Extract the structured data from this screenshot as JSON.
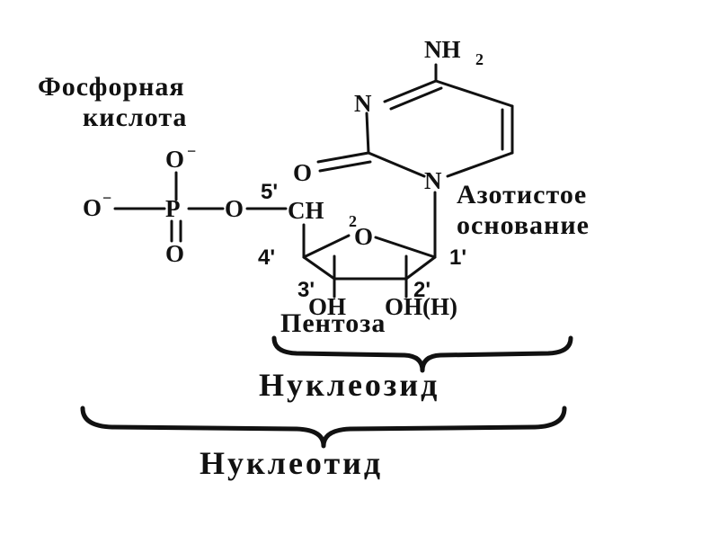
{
  "labels": {
    "phosphoric_line1": "Фосфорная",
    "phosphoric_line2": "кислота",
    "base_line1": "Азотистое",
    "base_line2": "основание",
    "pentose": "Пентоза",
    "nucleoside": "Нуклеозид",
    "nucleotide": "Нуклеотид"
  },
  "atoms": {
    "nh2_main": "NH",
    "nh2_sub": "2",
    "n_ring_top": "N",
    "n_ring_bottom": "N",
    "carbonyl_o": "O",
    "o_top": "O",
    "o_top_charge": "−",
    "o_left": "O",
    "o_left_charge": "−",
    "p": "P",
    "o_bottom": "O",
    "o_bridge": "O",
    "ch2_main": "CH",
    "ch2_sub": "2",
    "o_ring": "O",
    "oh_3": "OH",
    "oh_2": "OH(H)"
  },
  "carbon_numbers": {
    "c5": "5'",
    "c4": "4'",
    "c3": "3'",
    "c2": "2'",
    "c1": "1'"
  }
}
